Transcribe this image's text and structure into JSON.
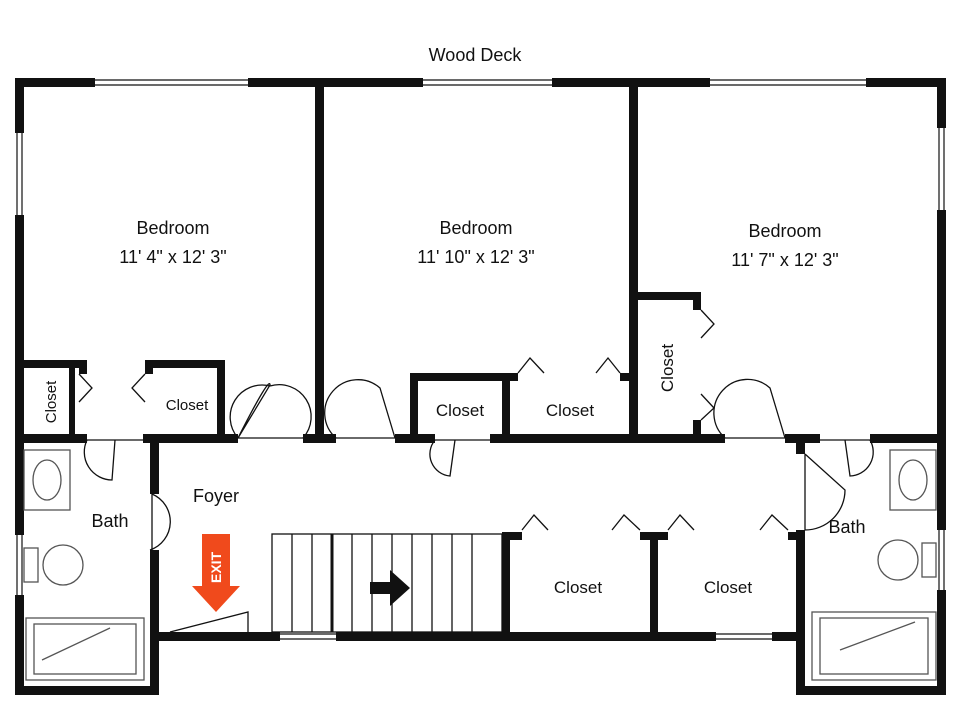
{
  "plan": {
    "deck_label": "Wood Deck",
    "rooms": {
      "bedroom_left": {
        "name": "Bedroom",
        "dims": "11' 4\" x 12' 3\""
      },
      "bedroom_center": {
        "name": "Bedroom",
        "dims": "11' 10\" x 12' 3\""
      },
      "bedroom_right": {
        "name": "Bedroom",
        "dims": "11' 7\" x 12' 3\""
      },
      "foyer": "Foyer",
      "bath_left": "Bath",
      "bath_right": "Bath"
    },
    "closets": {
      "left_vertical": "Closet",
      "left_small": "Closet",
      "center_a": "Closet",
      "center_b": "Closet",
      "right_vertical": "Closet",
      "hall_a": "Closet",
      "hall_b": "Closet"
    },
    "exit_label": "EXIT",
    "colors": {
      "wall": "#111111",
      "background": "#ffffff",
      "exit_arrow": "#f04a1c",
      "fixture": "#555555"
    }
  }
}
